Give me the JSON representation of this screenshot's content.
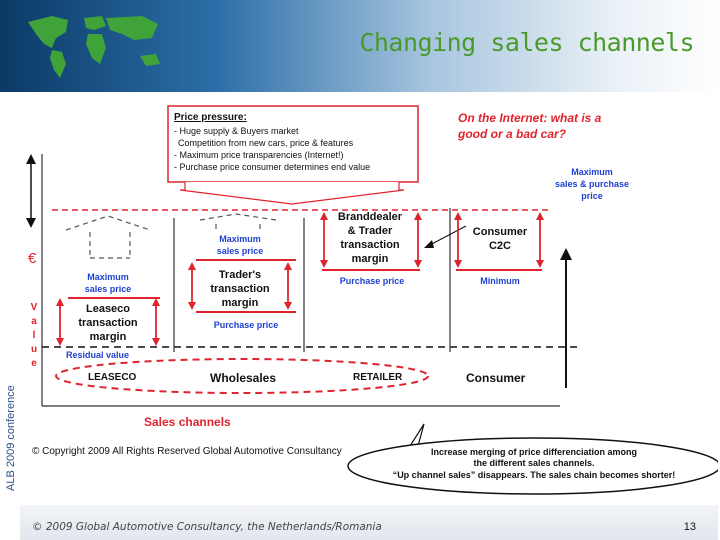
{
  "header": {
    "title": "Changing sales channels",
    "side_label": "ALB 2009 conference"
  },
  "price_pressure": {
    "heading": "Price pressure:",
    "items": [
      "- Huge supply & Buyers market",
      "Competition from new cars, price & features",
      "- Maximum price transparencies (Internet!)",
      "- Purchase price consumer determines end value"
    ]
  },
  "question": [
    "On the Internet: what is a",
    "good or a bad car?"
  ],
  "max_sales_purchase": [
    "Maximum",
    "sales & purchase",
    "price"
  ],
  "euro": "€",
  "value_letters": [
    "V",
    "a",
    "l",
    "u",
    "e"
  ],
  "leaseco_col": {
    "max_price": [
      "Maximum",
      "sales price"
    ],
    "margin": [
      "Leaseco",
      "transaction",
      "margin"
    ],
    "residual": "Residual value"
  },
  "trader_col": {
    "max_price": [
      "Maximum",
      "sales price"
    ],
    "margin": [
      "Trader's",
      "transaction",
      "margin"
    ],
    "purchase": "Purchase price"
  },
  "brand_col": {
    "margin": [
      "Branddealer",
      "& Trader",
      "transaction",
      "margin"
    ],
    "purchase": "Purchase price"
  },
  "consumer_col": {
    "box": [
      "Consumer",
      "C2C"
    ],
    "minimum": "Minimum"
  },
  "channels": {
    "leaseco": "LEASECO",
    "wholesales": "Wholesales",
    "retailer": "RETAILER",
    "consumer": "Consumer"
  },
  "sales_channels_label": "Sales channels",
  "copyright": "© Copyright 2009 All Rights Reserved Global Automotive Consultancy",
  "merging_note": [
    "Increase merging of price differenciation among",
    "the different sales channels.",
    "“Up channel sales” disappears. The sales chain becomes shorter!"
  ],
  "footer": {
    "text": "© 2009 Global Automotive Consultancy, the Netherlands/Romania",
    "page": "13"
  },
  "colors": {
    "title": "#4a9a2a",
    "blue_text": "#1f3fd1",
    "red": "#e0242e",
    "header_dark": "#0b3a66"
  }
}
